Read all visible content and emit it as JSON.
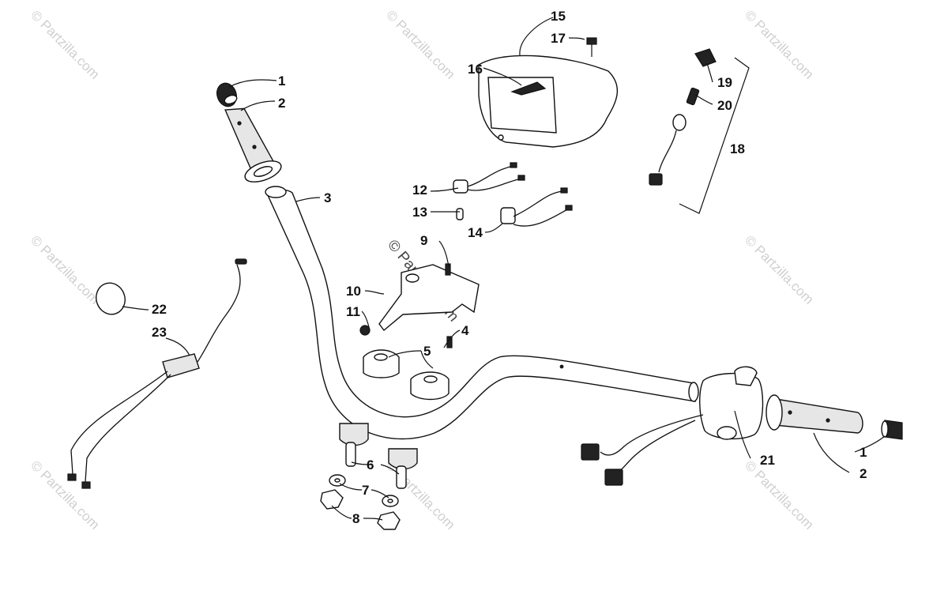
{
  "watermark_text": "© Partzilla.com",
  "callouts": {
    "c1a": "1",
    "c2a": "2",
    "c3": "3",
    "c4": "4",
    "c5": "5",
    "c6": "6",
    "c7": "7",
    "c8": "8",
    "c9": "9",
    "c10": "10",
    "c11": "11",
    "c12": "12",
    "c13": "13",
    "c14": "14",
    "c15": "15",
    "c16": "16",
    "c17": "17",
    "c18": "18",
    "c19": "19",
    "c20": "20",
    "c21": "21",
    "c22": "22",
    "c23": "23",
    "c1b": "1",
    "c2b": "2"
  }
}
